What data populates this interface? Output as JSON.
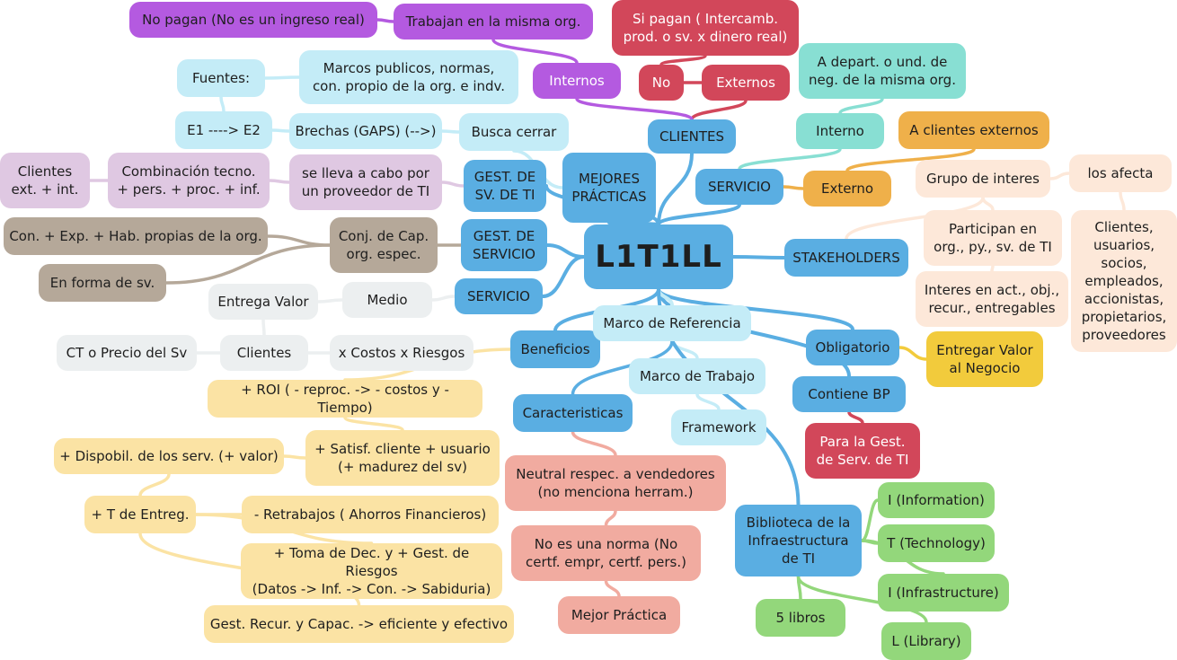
{
  "center": "L1T1LL",
  "colors": {
    "blue": "#5aaee2",
    "gray": "#eceff0",
    "taupe": "#b5a899",
    "lavender": "#dfc8e2",
    "lightblue": "#c4ecf7",
    "purple": "#b45ae0",
    "red": "#d2475a",
    "teal": "#88dfd3",
    "orange": "#efb04a",
    "peach": "#fde8d9",
    "yellow": "#f2cb3c",
    "lightyellow": "#fbe3a4",
    "salmon": "#f1aba0",
    "green": "#93d77b"
  },
  "nodes": {
    "clientes": "CLIENTES",
    "internos": "Internos",
    "trabajan": "Trabajan en la misma org.",
    "no_pagan": "No pagan (No es un ingreso real)",
    "externos": "Externos",
    "no": "No",
    "si_pagan": "Si pagan ( Intercamb.\nprod. o sv. x dinero real)",
    "servicio_r": "SERVICIO",
    "interno": "Interno",
    "a_depart": "A depart. o und. de\nneg. de la misma org.",
    "externo": "Externo",
    "a_clientes_ext": "A clientes externos",
    "stakeholders": "STAKEHOLDERS",
    "grupo_interes": "Grupo de interes",
    "los_afecta": "los afecta",
    "participan": "Participan en\norg., py., sv. de TI",
    "interes_en": "Interes en act., obj.,\nrecur., entregables",
    "clientes_list": "Clientes,\nusuarios,\nsocios,\nempleados,\naccionistas,\npropietarios,\nproveedores",
    "obligatorio": "Obligatorio",
    "entregar_valor_neg": "Entregar Valor\nal Negocio",
    "contiene_bp": "Contiene BP",
    "para_gest": "Para la Gest.\nde Serv. de TI",
    "mejores_practicas": "MEJORES\nPRÁCTICAS",
    "busca_cerrar": "Busca cerrar",
    "brechas": "Brechas (GAPS) (-->)",
    "e1_e2": "E1 ----> E2",
    "marcos_publicos": "Marcos publicos, normas,\ncon. propio de la org. e indv.",
    "fuentes": "Fuentes:",
    "gest_sv_ti": "GEST. DE\nSV. DE TI",
    "se_lleva": "se lleva a cabo por\nun proveedor de TI",
    "combinacion": "Combinación tecno.\n+ pers. + proc. + inf.",
    "clientes_ext_int": "Clientes\next. + int.",
    "gest_servicio": "GEST. DE\nSERVICIO",
    "conj_cap": "Conj. de Cap.\norg. espec.",
    "con_exp": "Con. + Exp. + Hab. propias de la org.",
    "en_forma": "En forma de sv.",
    "servicio_l": "SERVICIO",
    "medio": "Medio",
    "entrega_valor": "Entrega Valor",
    "clientes_g": "Clientes",
    "ct_precio": "CT o Precio del Sv",
    "x_costos": "x Costos x Riesgos",
    "beneficios": "Beneficios",
    "roi": "+ ROI ( - reproc. -> - costos y - Tiempo)",
    "satisf": "+ Satisf. cliente + usuario\n(+ madurez del sv)",
    "disponib": "+ Dispobil. de los serv. (+ valor)",
    "t_entreg": "+ T de Entreg.",
    "retrabajos": "- Retrabajos ( Ahorros Financieros)",
    "toma_dec": "+ Toma de Dec. y + Gest. de Riesgos\n(Datos -> Inf. -> Con. -> Sabiduria)",
    "gest_recur": "Gest. Recur. y Capac. -> eficiente y efectivo",
    "marco_ref": "Marco de Referencia",
    "marco_trab": "Marco de Trabajo",
    "framework": "Framework",
    "caracteristicas": "Caracteristicas",
    "neutral": "Neutral respec. a vendedores\n(no menciona herram.)",
    "no_norma": "No es una norma (No\ncertf. empr, certf. pers.)",
    "mejor_practica": "Mejor Práctica",
    "biblioteca": "Biblioteca de la\nInfraestructura\nde TI",
    "cinco_libros": "5 libros",
    "i_info": "I (Information)",
    "t_tech": "T (Technology)",
    "i_infra": "I (Infrastructure)",
    "l_lib": "L (Library)"
  }
}
